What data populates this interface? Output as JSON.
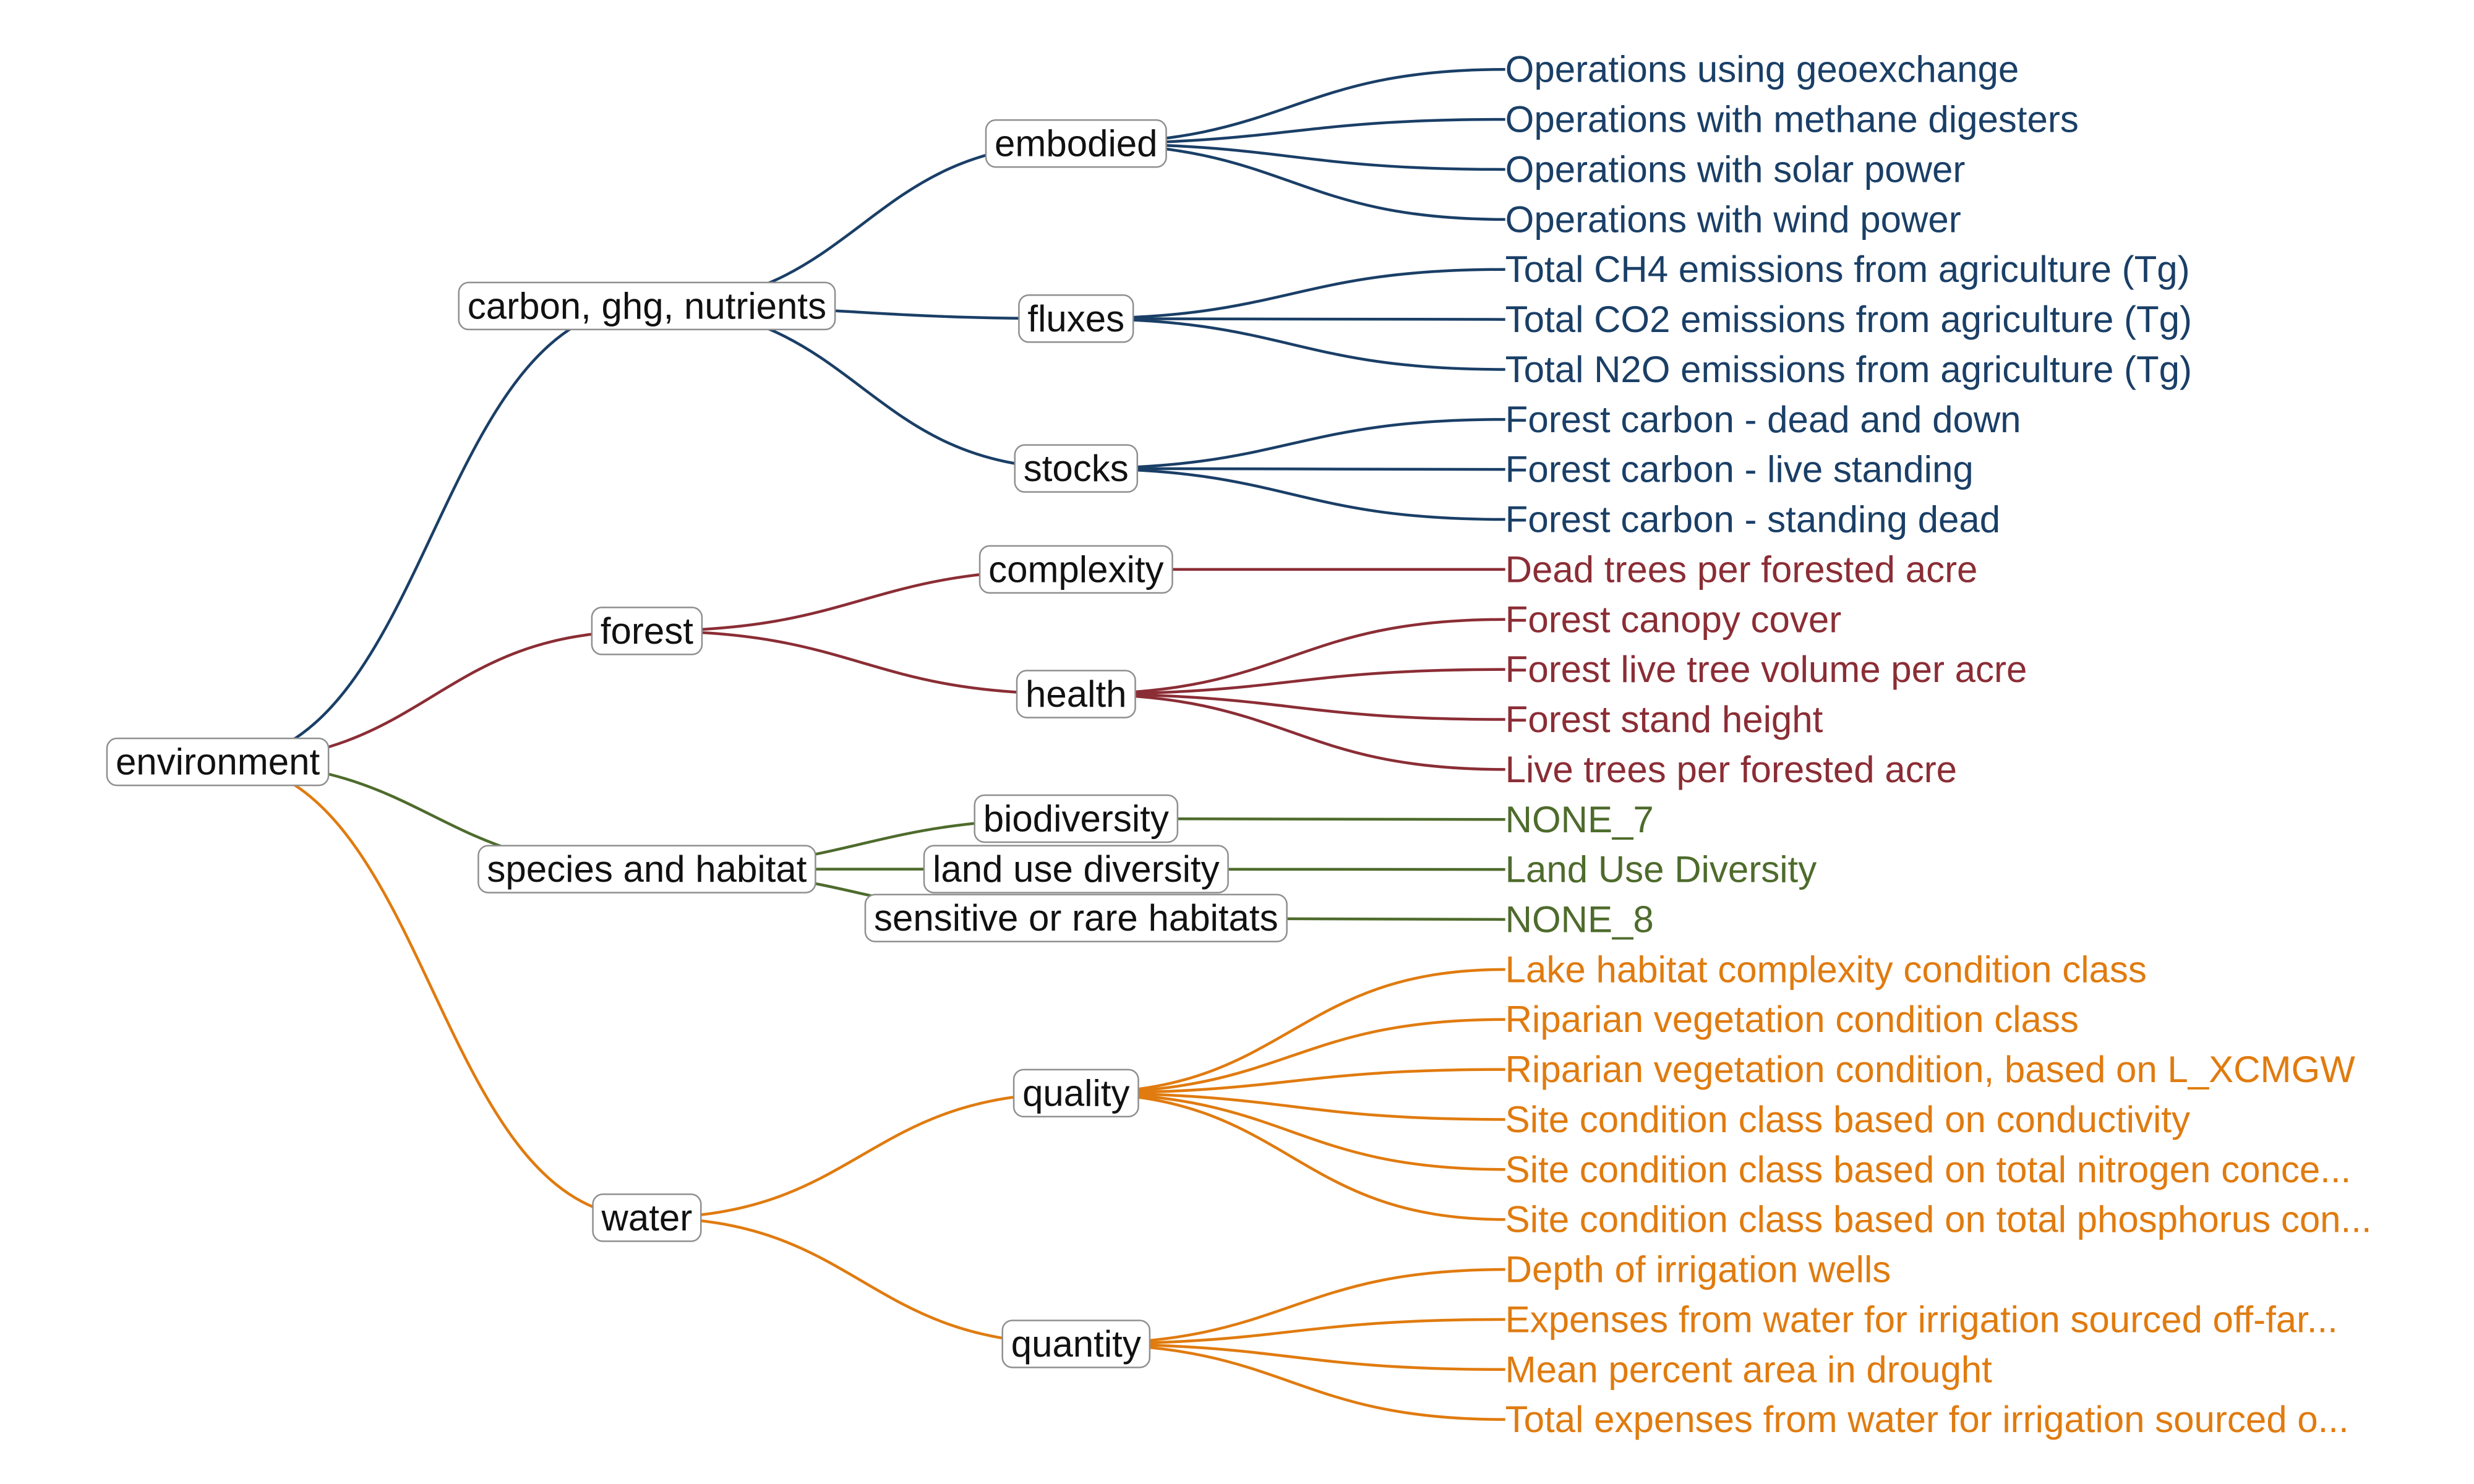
{
  "root": {
    "label": "environment",
    "children": [
      {
        "label": "carbon, ghg, nutrients",
        "color": "#1a3f67",
        "children": [
          {
            "label": "embodied",
            "leaves": [
              "Operations using geoexchange",
              "Operations with methane digesters",
              "Operations with solar power",
              "Operations with wind power"
            ]
          },
          {
            "label": "fluxes",
            "leaves": [
              "Total CH4 emissions from agriculture (Tg)",
              "Total CO2 emissions from agriculture (Tg)",
              "Total N2O emissions from agriculture (Tg)"
            ]
          },
          {
            "label": "stocks",
            "leaves": [
              "Forest carbon - dead and down",
              "Forest carbon - live standing",
              "Forest carbon - standing dead"
            ]
          }
        ]
      },
      {
        "label": "forest",
        "color": "#8b2d35",
        "children": [
          {
            "label": "complexity",
            "leaves": [
              "Dead trees per forested acre"
            ]
          },
          {
            "label": "health",
            "leaves": [
              "Forest canopy cover",
              "Forest live tree volume per acre",
              "Forest stand height",
              "Live trees per forested acre"
            ]
          }
        ]
      },
      {
        "label": "species and habitat",
        "color": "#4e6b2c",
        "children": [
          {
            "label": "biodiversity",
            "leaves": [
              "NONE_7"
            ]
          },
          {
            "label": "land use diversity",
            "leaves": [
              "Land Use Diversity"
            ]
          },
          {
            "label": "sensitive or rare habitats",
            "leaves": [
              "NONE_8"
            ]
          }
        ]
      },
      {
        "label": "water",
        "color": "#e07b0f",
        "children": [
          {
            "label": "quality",
            "leaves": [
              "Lake habitat complexity condition class",
              "Riparian vegetation condition class",
              "Riparian vegetation condition, based on L_XCMGW",
              "Site condition class based on conductivity",
              "Site condition class based on total nitrogen conce...",
              "Site condition class based on total phosphorus con..."
            ]
          },
          {
            "label": "quantity",
            "leaves": [
              "Depth of irrigation wells",
              "Expenses from water for irrigation sourced off-far...",
              "Mean percent area in drought",
              "Total expenses from water for irrigation sourced o..."
            ]
          }
        ]
      }
    ]
  }
}
